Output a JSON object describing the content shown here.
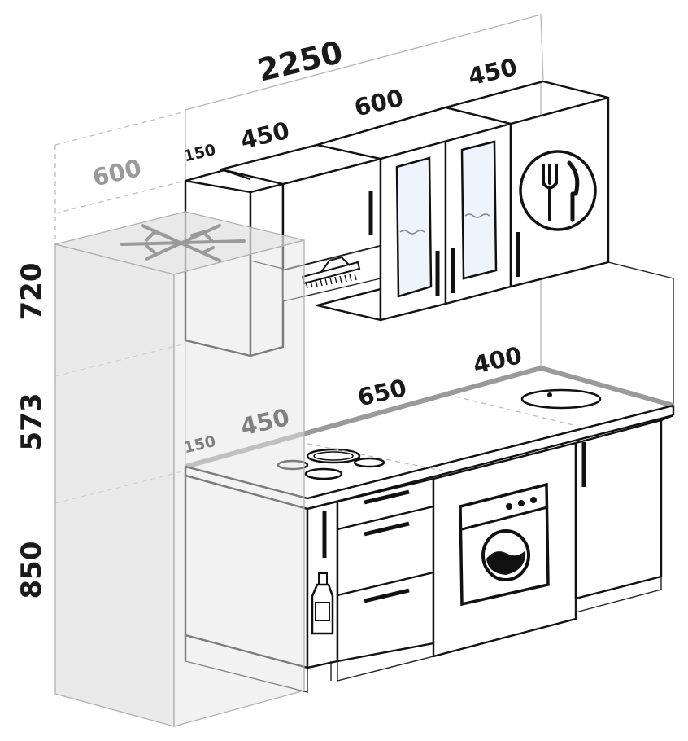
{
  "dimensions": {
    "total_width": "2250",
    "upper_left_gap": "150",
    "upper_hood_width": "450",
    "upper_glass_width": "600",
    "upper_right_width": "450",
    "fridge_depth": "600",
    "height_upper": "720",
    "height_middle": "573",
    "height_lower": "850",
    "lower_gap": "150",
    "lower_hob_width": "450",
    "lower_washer_width": "650",
    "lower_right_width": "400"
  },
  "colors": {
    "outline": "#111111",
    "fridge_fill": "#e6e6e6",
    "glass": "#eef4fb",
    "countertop_edge": "#9a9a9a",
    "guide": "#b5b5b5"
  },
  "icons": [
    "snowflake-icon",
    "cutlery-icon",
    "bottle-icon",
    "range-hood-icon",
    "washing-machine-icon",
    "hob-burners-icon"
  ]
}
